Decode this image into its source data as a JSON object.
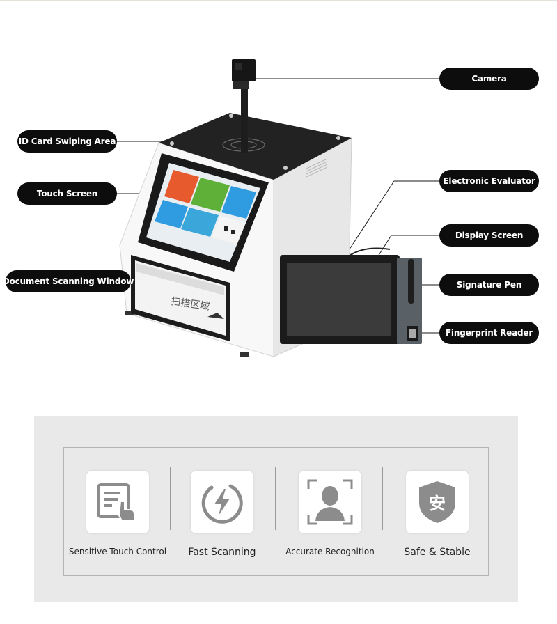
{
  "callouts": {
    "camera": "Camera",
    "id_card_area": "ID Card Swiping Area",
    "touch_screen": "Touch Screen",
    "document_window": "Document Scanning Window",
    "evaluator": "Electronic Evaluator",
    "display_screen": "Display Screen",
    "signature_pen": "Signature Pen",
    "fingerprint_reader": "Fingerprint Reader"
  },
  "device": {
    "scan_window_text": "扫描区域"
  },
  "features": [
    {
      "label": "Sensitive Touch Control",
      "icon": "touch-control-icon"
    },
    {
      "label": "Fast Scanning",
      "icon": "lightning-icon"
    },
    {
      "label": "Accurate Recognition",
      "icon": "face-recognition-icon"
    },
    {
      "label": "Safe & Stable",
      "icon": "shield-icon",
      "glyph": "安"
    }
  ],
  "colors": {
    "pill": "#0d0d0d",
    "panel": "#e9e9e9",
    "icon_gray": "#8c8c8c"
  }
}
